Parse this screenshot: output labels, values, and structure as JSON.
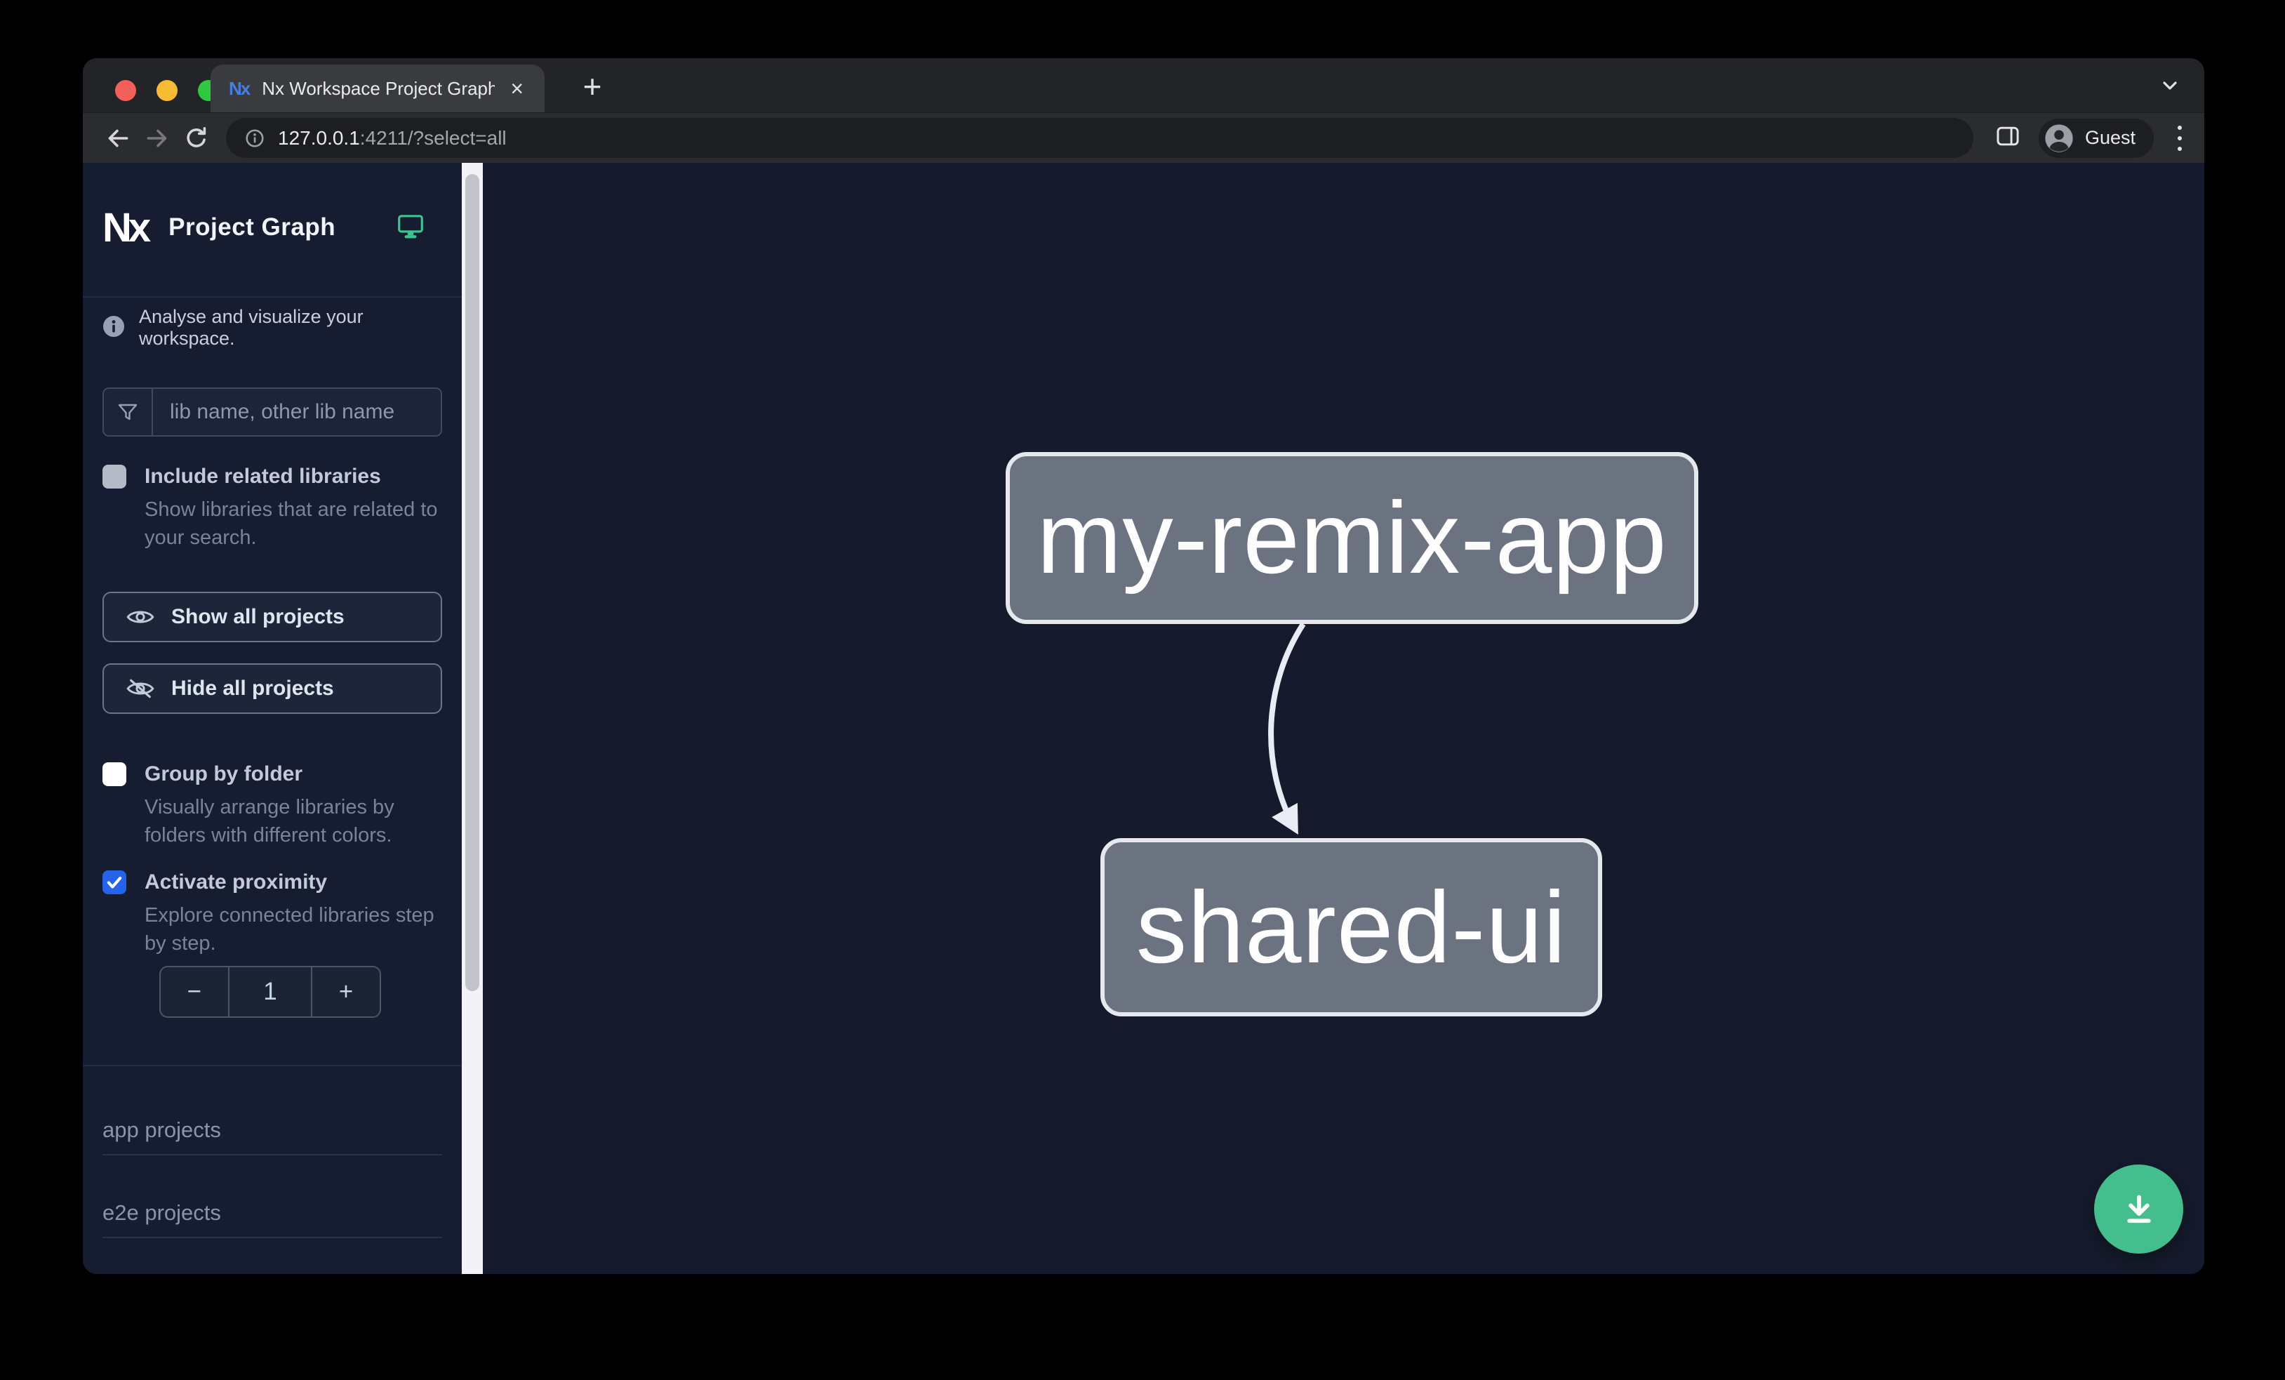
{
  "browser": {
    "favicon_text": "Nx",
    "tab_title": "Nx Workspace Project Graph",
    "close_tab": "×",
    "new_tab": "+",
    "url_domain": "127.0.0.1",
    "url_rest": ":4211/?select=all",
    "profile_label": "Guest"
  },
  "sidebar": {
    "logo_text": "Nx",
    "title": "Project Graph",
    "tagline": "Analyse and visualize your workspace.",
    "filter_placeholder": "lib name, other lib name",
    "include_related": {
      "label": "Include related libraries",
      "description": "Show libraries that are related to your search.",
      "checked": false
    },
    "show_all_label": "Show all projects",
    "hide_all_label": "Hide all projects",
    "group_by_folder": {
      "label": "Group by folder",
      "description": "Visually arrange libraries by folders with different colors.",
      "checked": false
    },
    "proximity": {
      "label": "Activate proximity",
      "description": "Explore connected libraries step by step.",
      "checked": true
    },
    "stepper": {
      "decrement": "−",
      "value": "1",
      "increment": "+"
    },
    "sections": [
      {
        "label": "app projects"
      },
      {
        "label": "e2e projects"
      }
    ]
  },
  "graph": {
    "nodes": [
      {
        "label": "my-remix-app",
        "type": "app"
      },
      {
        "label": "shared-ui",
        "type": "lib"
      }
    ],
    "edges": [
      {
        "from": "my-remix-app",
        "to": "shared-ui"
      }
    ]
  },
  "colors": {
    "accent_green": "#45be8e",
    "checkbox_blue": "#2563eb",
    "node_fill": "#6b7280",
    "node_border": "#e6e8ee",
    "canvas_bg": "#151b2c",
    "sidebar_bg": "#171d31"
  }
}
